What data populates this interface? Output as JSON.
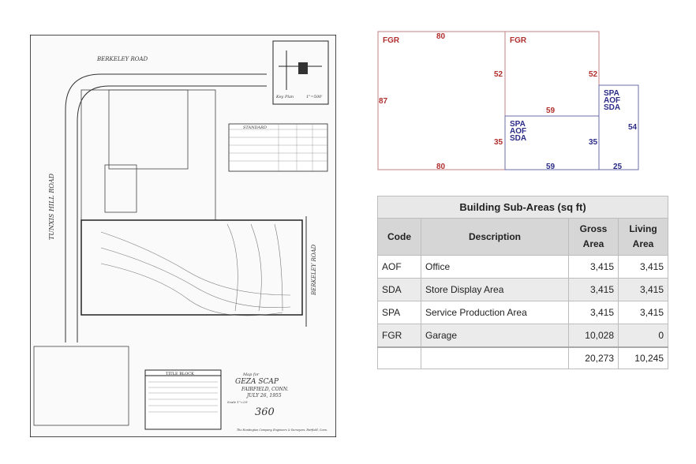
{
  "survey_map": {
    "road_top": "BERKELEY ROAD",
    "road_left": "TUNXIS HILL ROAD",
    "road_right": "BERKELEY ROAD",
    "key_plan_label": "Key Plan",
    "key_plan_scale": "1\"=500'",
    "standard_table_title": "STANDARD",
    "title_block_heading": "TITLE BLOCK",
    "map_for": "Map for",
    "owner": "GEZA SCAP",
    "town": "FAIRFIELD, CONN.",
    "date": "JULY 26, 1955",
    "scale": "Scale 1\"=20'",
    "sheet_number": "360",
    "surveyor": "The Huntington Company, Engineers & Surveyors, Fairfield, Conn."
  },
  "sketch": {
    "colors": {
      "garage": "#b0302e",
      "building": "#2c2c88"
    },
    "areas": [
      {
        "codes": [
          "FGR"
        ],
        "dims": [
          "80",
          "87",
          "52",
          "35",
          "80"
        ]
      },
      {
        "codes": [
          "FGR"
        ],
        "dims": [
          "52",
          "59"
        ]
      },
      {
        "codes": [
          "SPA",
          "AOF",
          "SDA"
        ],
        "dims": [
          "35",
          "59"
        ]
      },
      {
        "codes": [
          "SPA",
          "AOF",
          "SDA"
        ],
        "dims": [
          "54",
          "25"
        ]
      }
    ]
  },
  "table": {
    "title": "Building Sub-Areas (sq ft)",
    "headers": [
      "Code",
      "Description",
      "Gross Area",
      "Living Area"
    ],
    "rows": [
      {
        "code": "AOF",
        "description": "Office",
        "gross": "3,415",
        "living": "3,415"
      },
      {
        "code": "SDA",
        "description": "Store Display Area",
        "gross": "3,415",
        "living": "3,415"
      },
      {
        "code": "SPA",
        "description": "Service Production Area",
        "gross": "3,415",
        "living": "3,415"
      },
      {
        "code": "FGR",
        "description": "Garage",
        "gross": "10,028",
        "living": "0"
      }
    ],
    "total": {
      "gross": "20,273",
      "living": "10,245"
    }
  }
}
